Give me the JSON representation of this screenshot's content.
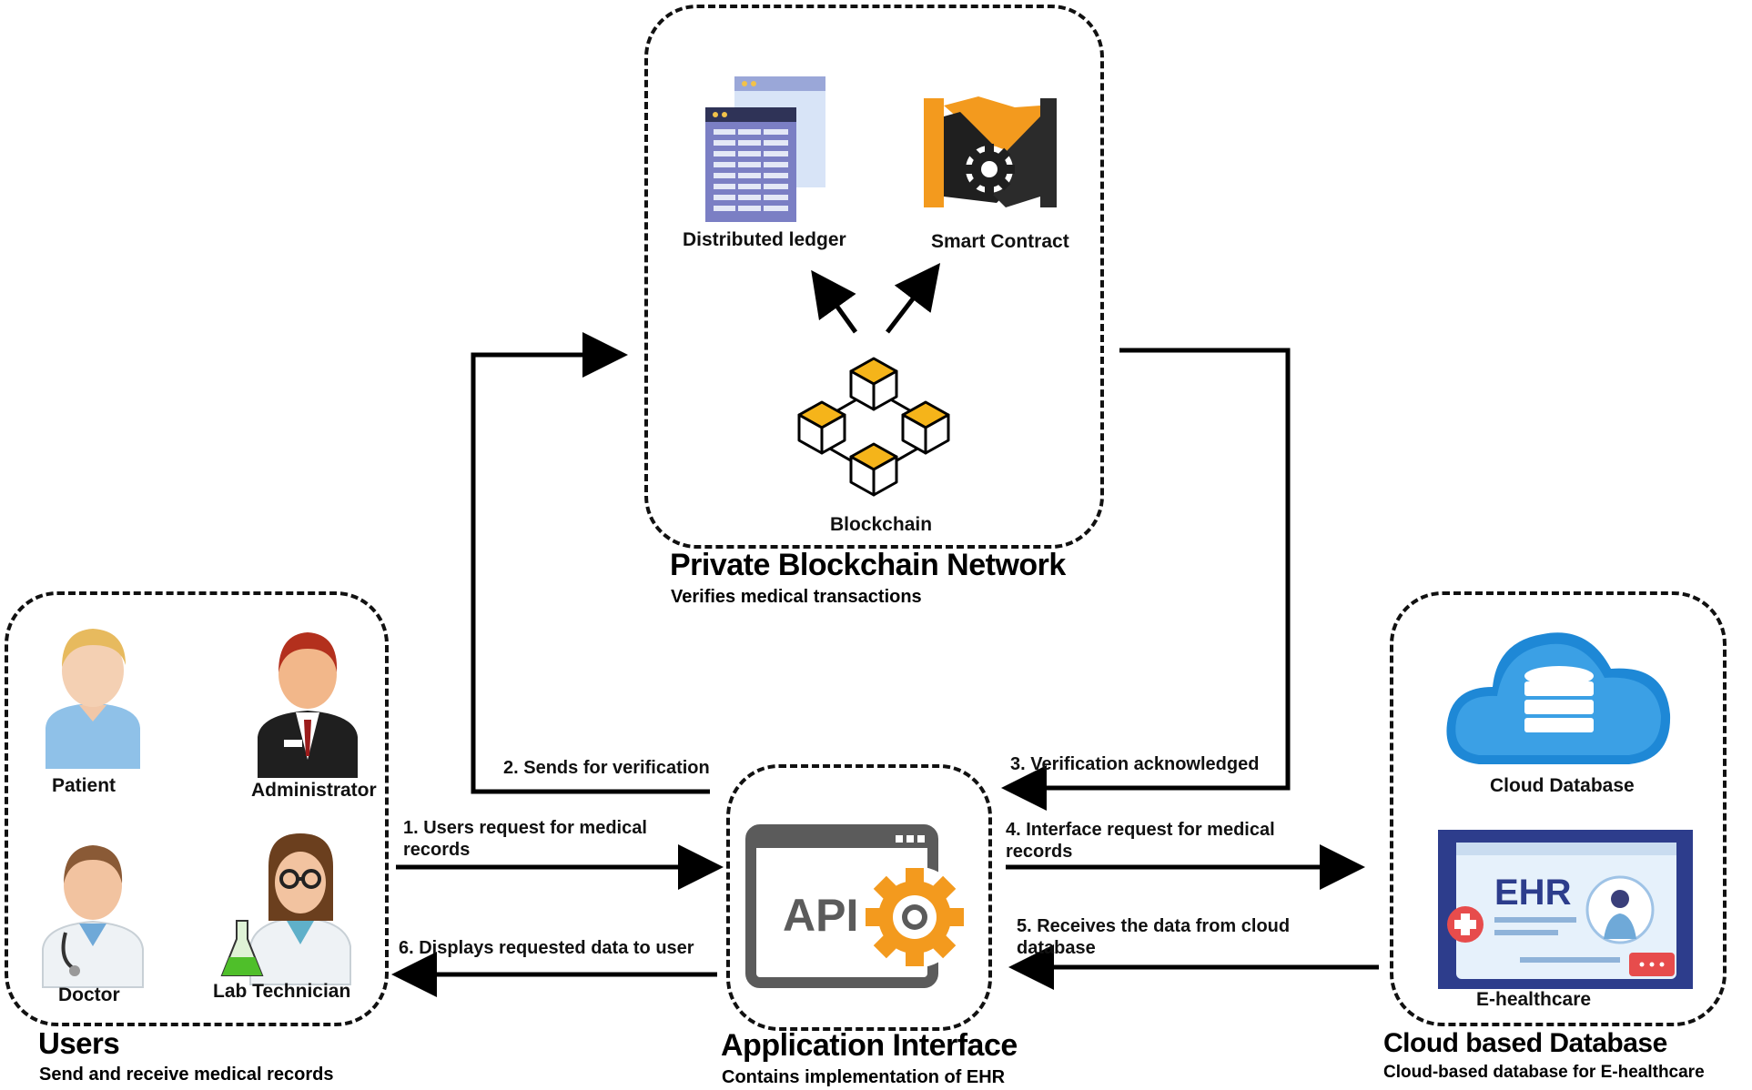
{
  "blockchain": {
    "title": "Private Blockchain Network",
    "subtitle": "Verifies medical transactions",
    "ledger_label": "Distributed  ledger",
    "contract_label": "Smart Contract",
    "blockchain_label": "Blockchain"
  },
  "users": {
    "title": "Users",
    "subtitle": "Send and receive medical records",
    "patient_label": "Patient",
    "admin_label": "Administrator",
    "doctor_label": "Doctor",
    "labtech_label": "Lab Technician"
  },
  "api": {
    "title": "Application Interface",
    "subtitle": "Contains  implementation of EHR",
    "icon_text": "API"
  },
  "cloud": {
    "title": "Cloud based Database",
    "subtitle": "Cloud-based  database for E-healthcare",
    "db_label": "Cloud  Database",
    "ehealth_label": "E-healthcare",
    "ehr_text": "EHR"
  },
  "steps": {
    "s1": "1. Users request for medical records",
    "s2": "2. Sends  for verification",
    "s3": "3. Verification acknowledged",
    "s4": "4. Interface request for medical records",
    "s5": "5. Receives the data from cloud database",
    "s6": "6. Displays  requested data to user"
  },
  "colors": {
    "accent_orange": "#f39a1e",
    "blockchain_yellow": "#f5b41a",
    "ledger_purple": "#7b7fc4",
    "cloud_blue": "#1e88d6",
    "ehr_navy": "#2d3d8c"
  }
}
